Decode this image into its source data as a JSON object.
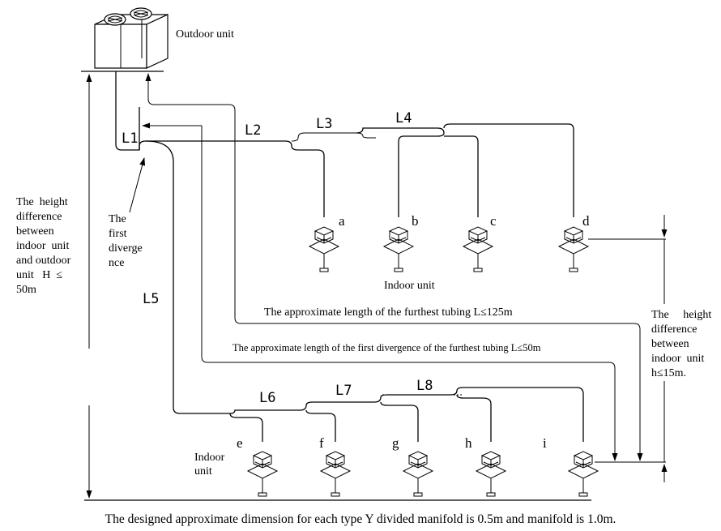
{
  "labels": {
    "outdoor_unit": "Outdoor unit",
    "indoor_unit_top": "Indoor unit",
    "indoor_unit_bottom": [
      "Indoor",
      "unit"
    ],
    "first_divergence": [
      "The",
      "first",
      "diverge",
      "nce"
    ],
    "height_outdoor": [
      "The  height",
      "difference",
      "between",
      "indoor  unit",
      "and outdoor",
      "unit   H  ≤",
      "50m"
    ],
    "height_indoor": [
      "The     height",
      "difference",
      "between",
      "indoor  unit",
      "h≤15m."
    ],
    "furthest_tubing": "The approximate length of the furthest tubing L≤125m",
    "first_divergence_tubing": "The approximate length of the first divergence of the furthest tubing L≤50m",
    "footer": "The designed approximate dimension for each type Y divided manifold is 0.5m and manifold is 1.0m."
  },
  "pipe_labels": [
    "L1",
    "L2",
    "L3",
    "L4",
    "L5",
    "L6",
    "L7",
    "L8"
  ],
  "indoor_units_top": [
    "a",
    "b",
    "c",
    "d"
  ],
  "indoor_units_bottom": [
    "e",
    "f",
    "g",
    "h",
    "i"
  ]
}
